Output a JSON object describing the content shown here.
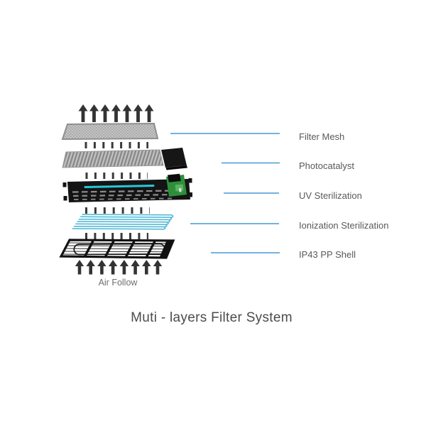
{
  "diagram": {
    "title": "Muti - layers Filter System",
    "air_flow_label": "Air Follow",
    "callouts": [
      {
        "label": "Filter Mesh"
      },
      {
        "label": "Photocatalyst"
      },
      {
        "label": "UV Sterilization"
      },
      {
        "label": "Ionization Sterilization"
      },
      {
        "label": "IP43 PP Shell"
      }
    ],
    "colors": {
      "leader_line_blue": "#4799d4",
      "uv_tube_cyan": "#27c8d9",
      "ionization_wire_cyan": "#49b5d5",
      "pcb_green": "#2e8f3a",
      "arrow_dark_gray": "#333333",
      "label_text_gray": "#595959",
      "title_text_gray": "#4b4b4b"
    }
  }
}
